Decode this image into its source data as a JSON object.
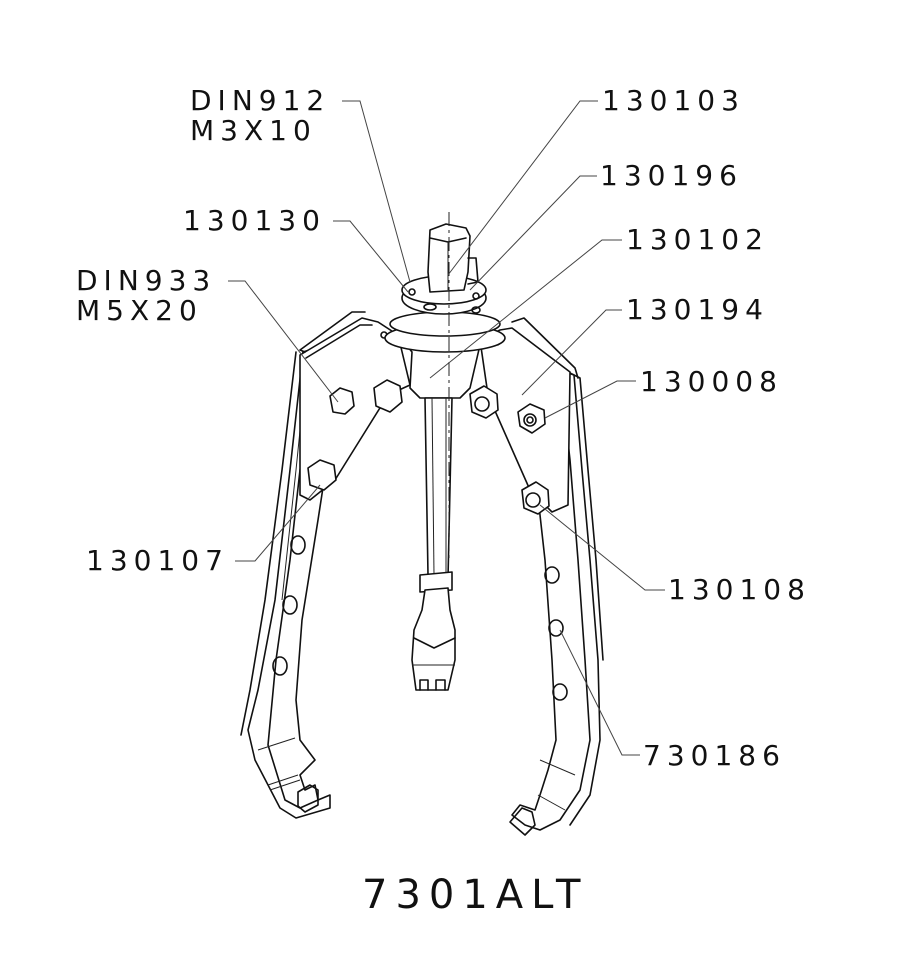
{
  "drawing": {
    "title": "7301ALT",
    "part_labels": [
      {
        "id": "din912",
        "line1": "DIN912",
        "line2": "M3X10"
      },
      {
        "id": "p130103",
        "line1": "130103"
      },
      {
        "id": "p130196",
        "line1": "130196"
      },
      {
        "id": "p130130",
        "line1": "130130"
      },
      {
        "id": "p130102",
        "line1": "130102"
      },
      {
        "id": "din933",
        "line1": "DIN933",
        "line2": "M5X20"
      },
      {
        "id": "p130194",
        "line1": "130194"
      },
      {
        "id": "p130008",
        "line1": "130008"
      },
      {
        "id": "p130107",
        "line1": "130107"
      },
      {
        "id": "p130108",
        "line1": "130108"
      },
      {
        "id": "p730186",
        "line1": "730186"
      }
    ],
    "colors": {
      "line": "#111111",
      "background": "#ffffff"
    }
  }
}
